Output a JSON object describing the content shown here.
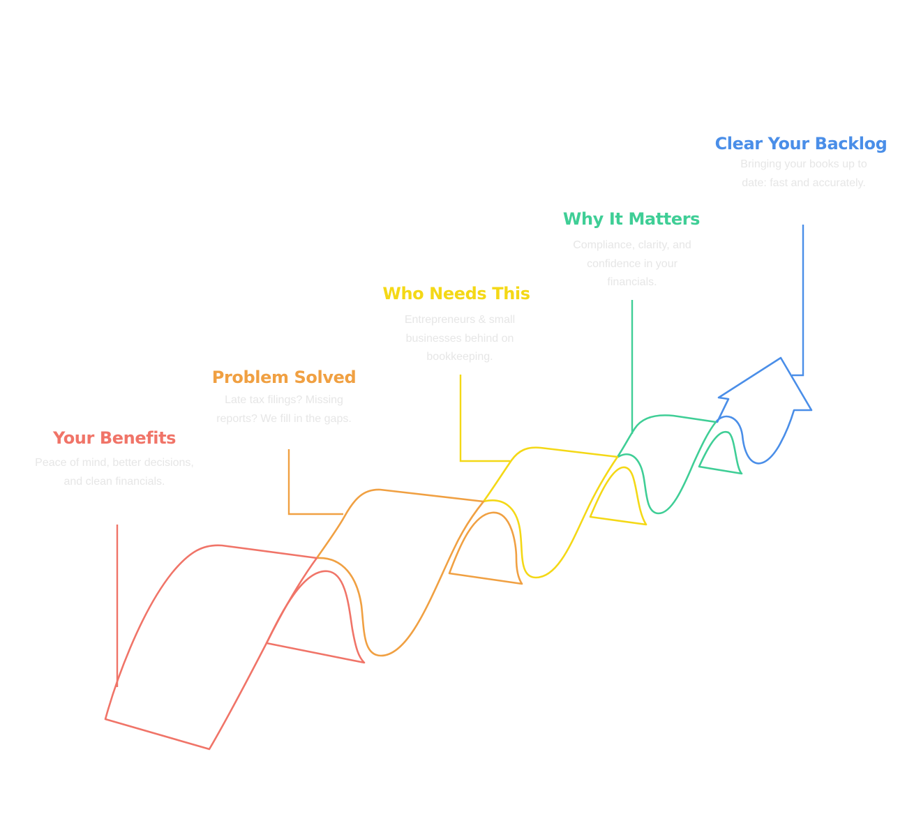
{
  "steps": [
    {
      "title": "Your Benefits",
      "description": "Peace of mind, better decisions, and clean financials.",
      "color": "#f07468"
    },
    {
      "title": "Problem Solved",
      "description": "Late tax filings? Missing reports? We fill in the gaps.",
      "color": "#f0a042"
    },
    {
      "title": "Who Needs This",
      "description": "Entrepreneurs & small businesses behind on bookkeeping.",
      "color": "#f4d816"
    },
    {
      "title": "Why It Matters",
      "description": "Compliance, clarity, and confidence in your financials.",
      "color": "#3fce96"
    },
    {
      "title": "Clear Your Backlog",
      "description": "Bringing your books up to date: fast and accurately.",
      "color": "#4a8ee8"
    }
  ]
}
